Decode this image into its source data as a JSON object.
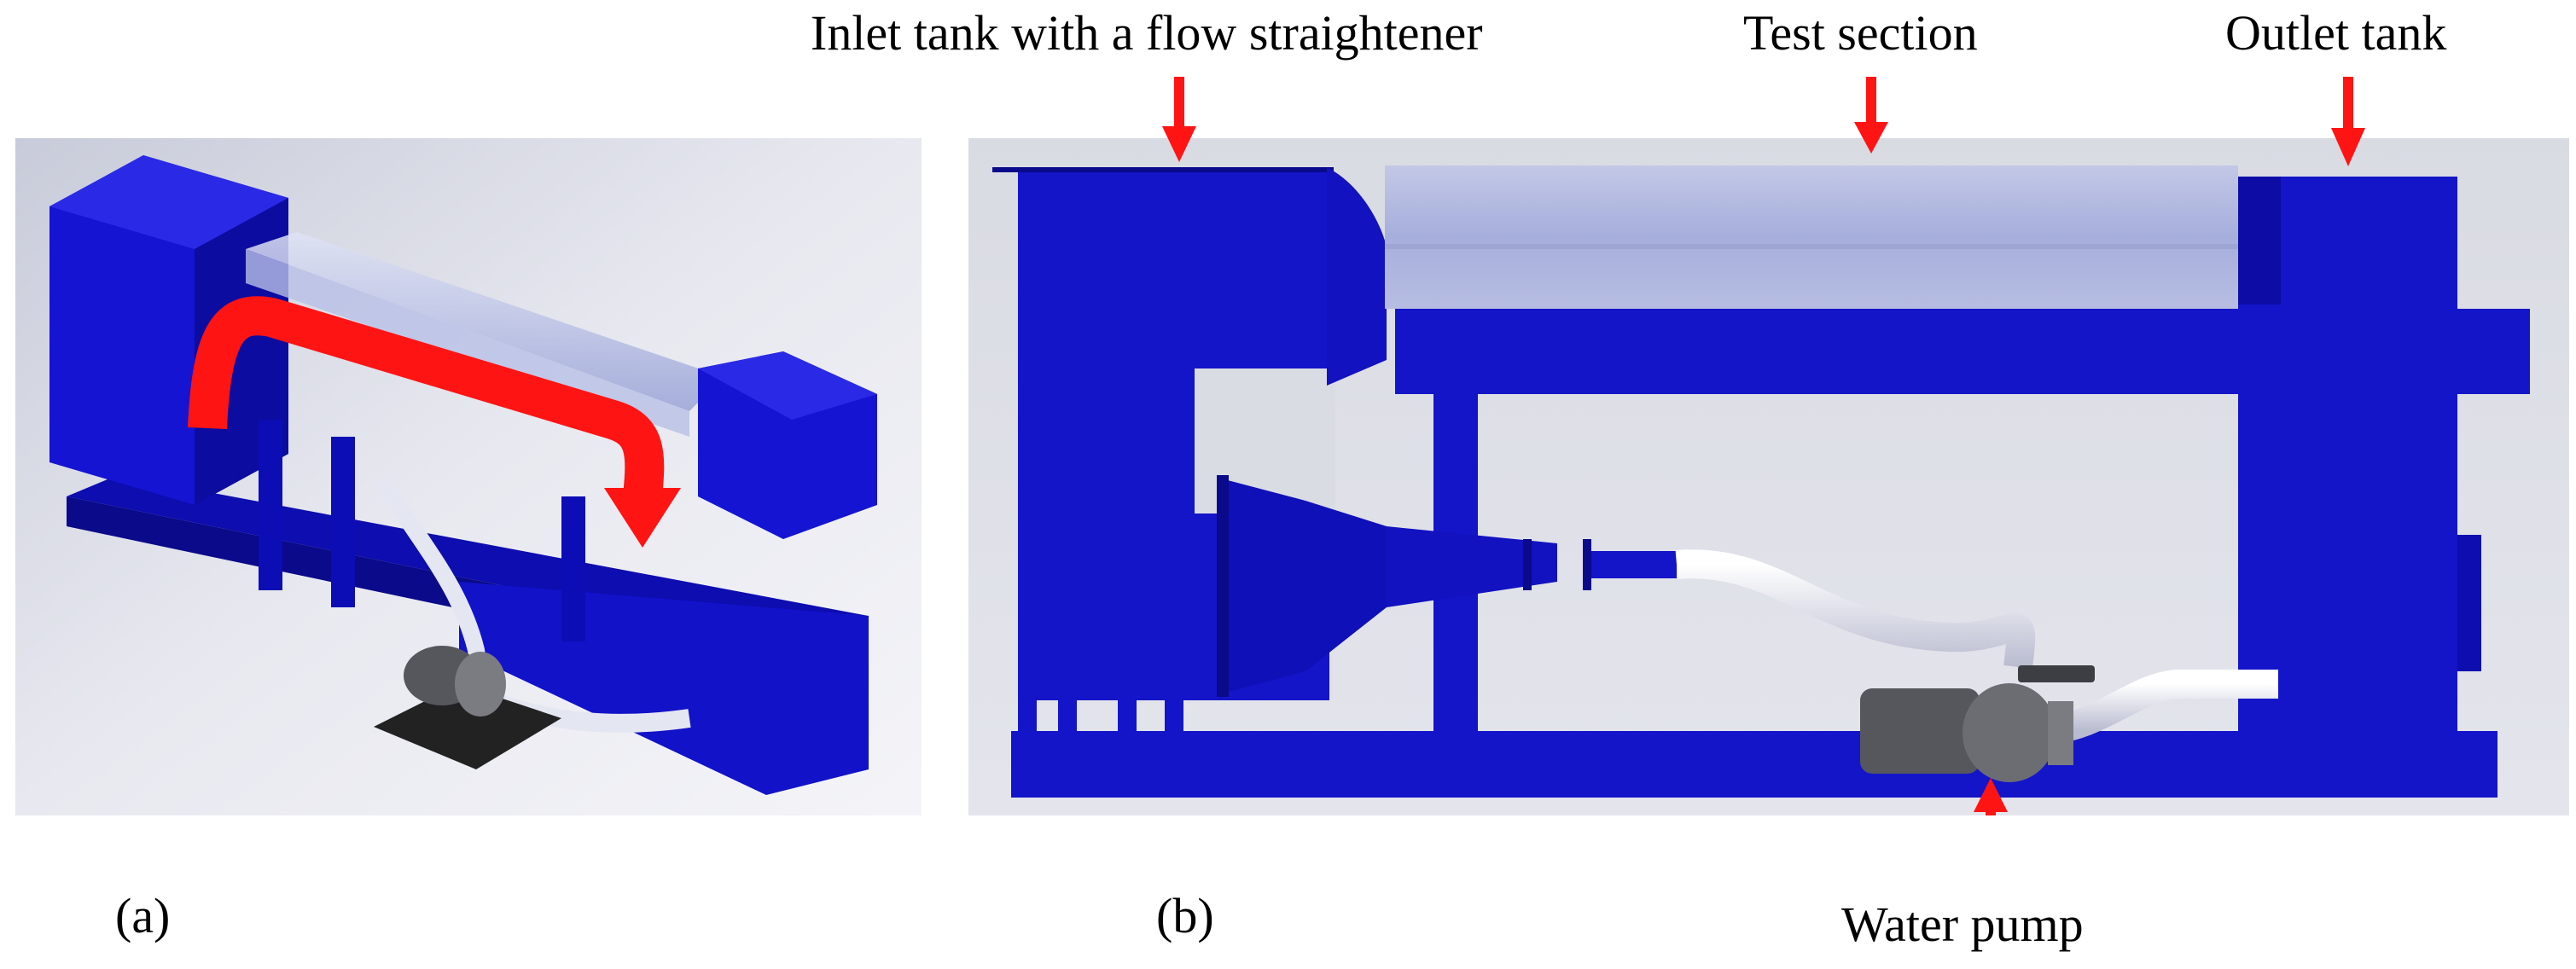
{
  "labels": {
    "inlet_tank": "Inlet tank with a flow straightener",
    "test_section": "Test section",
    "outlet_tank": "Outlet tank",
    "water_pump": "Water pump",
    "panel_a": "(a)",
    "panel_b": "(b)"
  },
  "colors": {
    "frame_blue": "#1212c8",
    "frame_dark": "#0a0a8a",
    "arrow_red": "#ff1414",
    "test_section_glass": "#aab2e0",
    "pipe_white": "#e4e6f2",
    "pump_grey": "#55575c",
    "background_grey": "#d6d8e2"
  }
}
